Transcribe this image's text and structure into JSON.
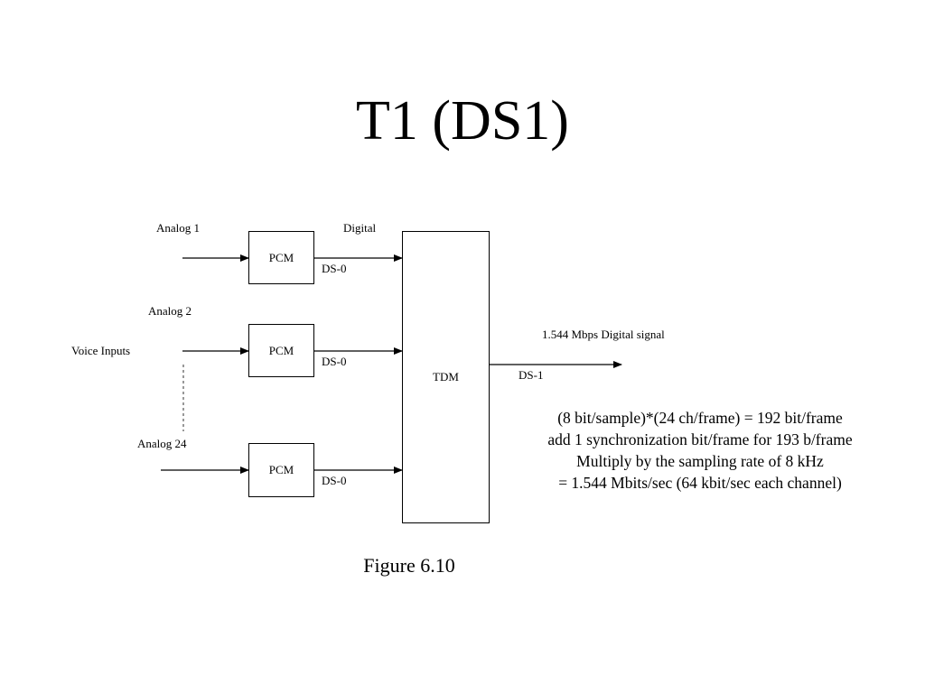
{
  "title": "T1 (DS1)",
  "diagram": {
    "inputs": [
      {
        "label": "Analog 1",
        "block": "PCM",
        "output_label": "DS-0"
      },
      {
        "label": "Analog 2",
        "block": "PCM",
        "output_label": "DS-0"
      },
      {
        "label": "Analog 24",
        "block": "PCM",
        "output_label": "DS-0"
      }
    ],
    "voice_inputs_label": "Voice Inputs",
    "digital_label": "Digital",
    "mux": {
      "label": "TDM"
    },
    "output": {
      "rate_label": "1.544 Mbps Digital signal",
      "label": "DS-1"
    },
    "formula_lines": [
      "(8 bit/sample)*(24 ch/frame) = 192 bit/frame",
      "add 1 synchronization bit/frame for 193 b/frame",
      "Multiply by the sampling rate of 8 kHz",
      "= 1.544 Mbits/sec (64 kbit/sec each channel)"
    ],
    "caption": "Figure 6.10"
  }
}
